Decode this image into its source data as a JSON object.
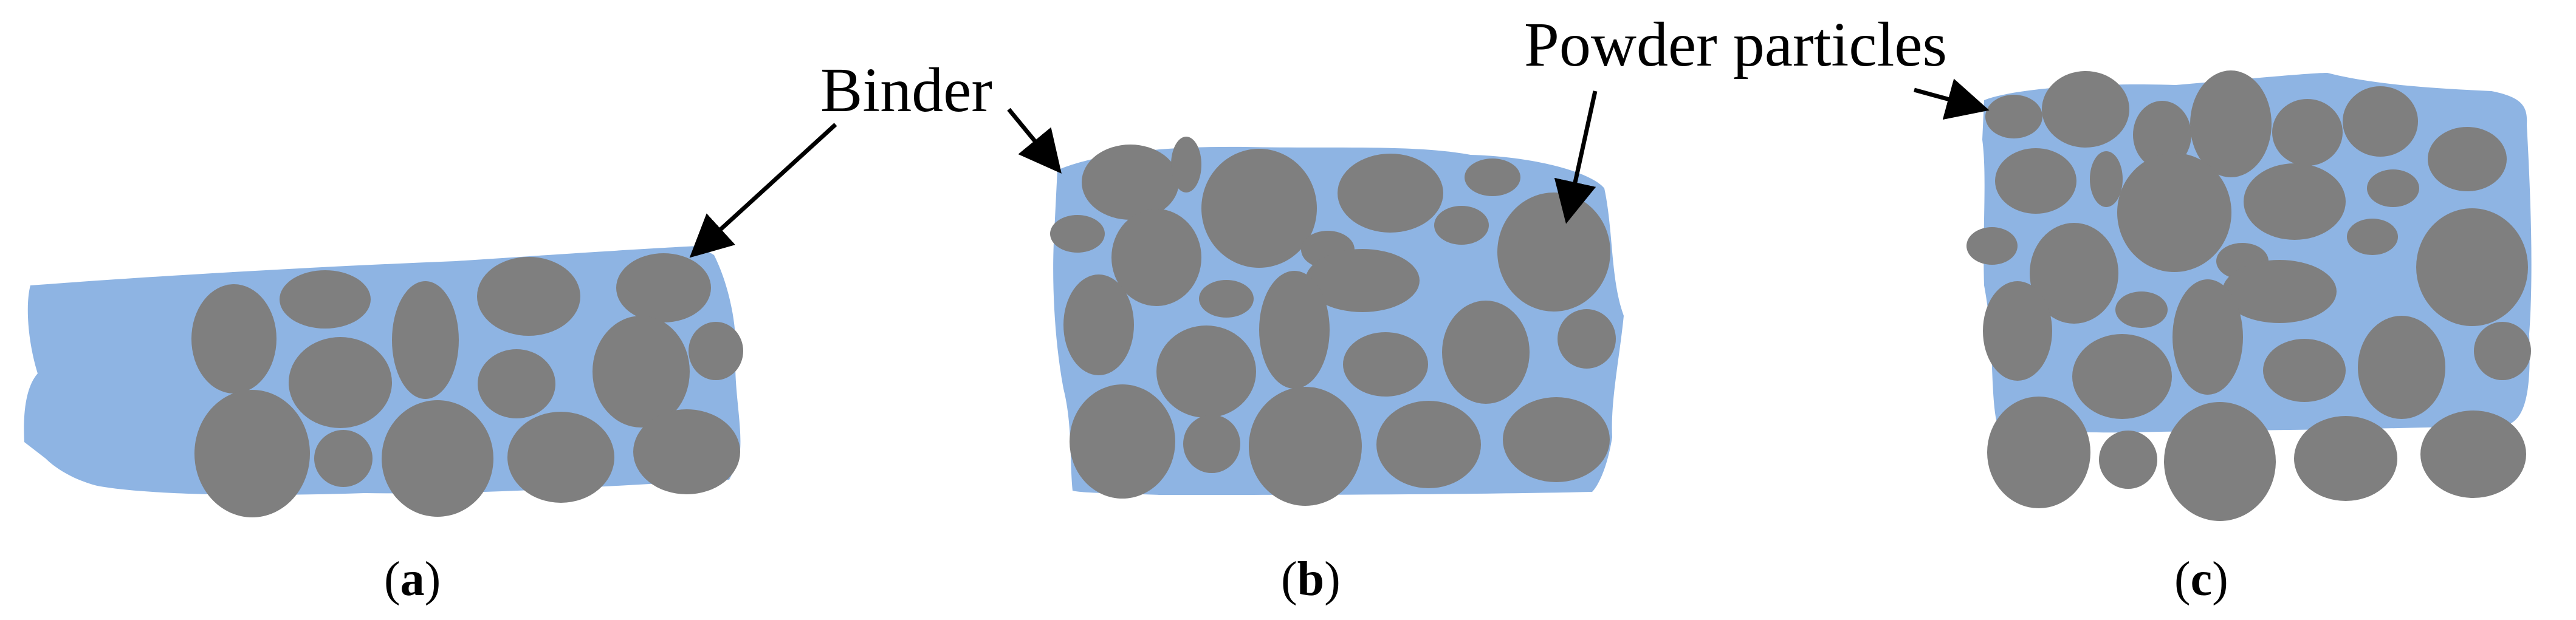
{
  "labels": {
    "binder": "Binder",
    "powder_particles": "Powder particles"
  },
  "captions": {
    "a": {
      "open": "(",
      "letter": "a",
      "close": ")"
    },
    "b": {
      "open": "(",
      "letter": "b",
      "close": ")"
    },
    "c": {
      "open": "(",
      "letter": "c",
      "close": ")"
    }
  },
  "colors": {
    "binder": "#8eb4e3",
    "particle": "#7f7f7f",
    "arrow": "#000000",
    "background": "#ffffff"
  }
}
